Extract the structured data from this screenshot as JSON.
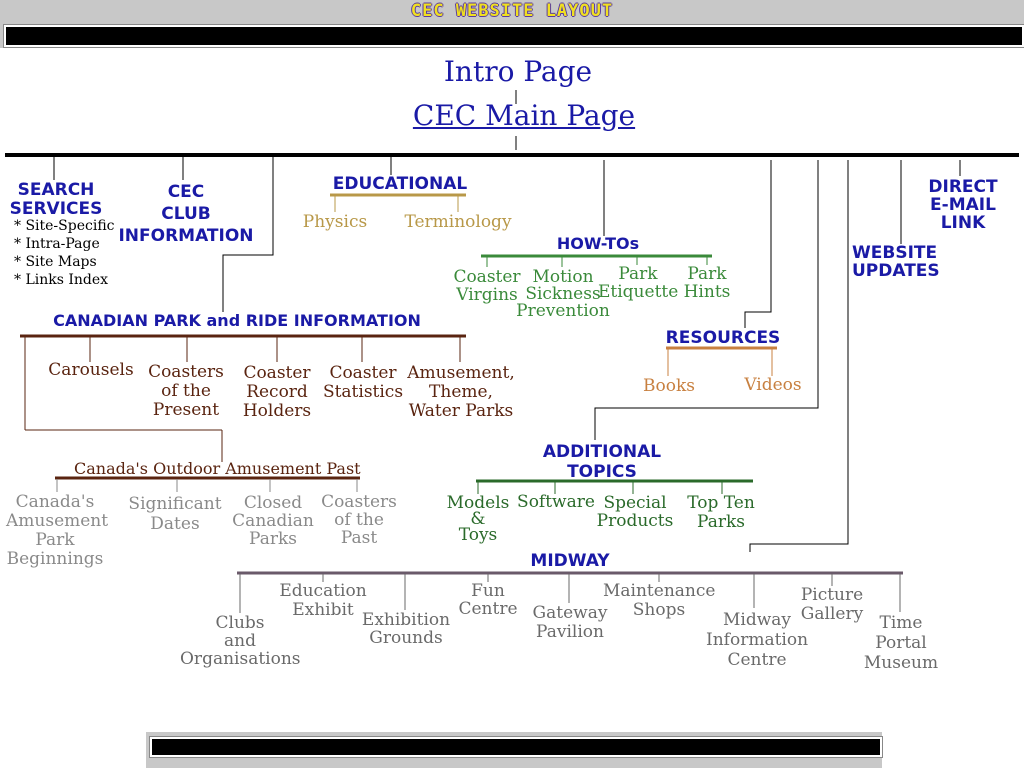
{
  "header": {
    "title": "CEC WEBSITE LAYOUT"
  },
  "nodes": {
    "intro": "Intro Page",
    "main": "CEC Main Page",
    "search": "SEARCH\nSERVICES",
    "search_items": "* Site-Specific\n* Intra-Page\n* Site Maps\n* Links Index",
    "club": "CEC\nCLUB\nINFORMATION",
    "educational": "EDUCATIONAL",
    "physics": "Physics",
    "terminology": "Terminology",
    "howtos": "HOW-TOs",
    "coaster_virgins": "Coaster\nVirgins",
    "motion_sickness": "Motion\nSickness\nPrevention",
    "park_etiquette": "Park\nEtiquette",
    "park_hints": "Park\nHints",
    "direct_email": "DIRECT\nE-MAIL\nLINK",
    "website_updates": "WEBSITE\nUPDATES",
    "canadian_park": "CANADIAN PARK and RIDE INFORMATION",
    "carousels": "Carousels",
    "coasters_present": "Coasters\nof the\nPresent",
    "coaster_record": "Coaster\nRecord\nHolders",
    "coaster_stats": "Coaster\nStatistics",
    "amusement_theme": "Amusement,\nTheme,\nWater Parks",
    "resources": "RESOURCES",
    "books": "Books",
    "videos": "Videos",
    "outdoor_past": "Canada's Outdoor Amusement Past",
    "canadas_amusement": "Canada's\nAmusement\nPark\nBeginnings",
    "significant_dates": "Significant\nDates",
    "closed_parks": "Closed\nCanadian\nParks",
    "coasters_past": "Coasters\nof the\nPast",
    "additional": "ADDITIONAL\nTOPICS",
    "models_toys": "Models\n&\nToys",
    "software": "Software",
    "special_products": "Special\nProducts",
    "top_ten": "Top Ten\nParks",
    "midway": "MIDWAY",
    "clubs": "Clubs\nand\nOrganisations",
    "education_exhibit": "Education\nExhibit",
    "exhibition_grounds": "Exhibition\nGrounds",
    "fun_centre": "Fun\nCentre",
    "gateway_pavilion": "Gateway\nPavilion",
    "maintenance_shops": "Maintenance\nShops",
    "midway_info": "Midway\nInformation\nCentre",
    "picture_gallery": "Picture\nGallery",
    "time_portal": "Time\nPortal\nMuseum"
  },
  "colors": {
    "primary": "#1a1aa6",
    "tan": "#b89848",
    "green": "#3a8a3a",
    "brown": "#5a2410",
    "orange": "#c88040",
    "gray": "#8a8a8a"
  }
}
